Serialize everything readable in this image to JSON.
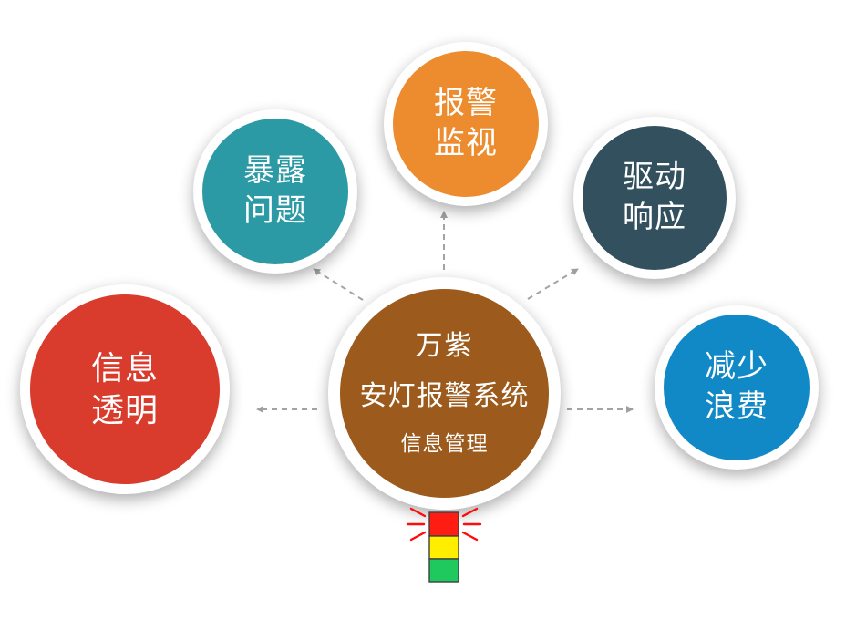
{
  "center": {
    "line1": "万紫",
    "line2": "安灯报警系统",
    "line3": "信息管理",
    "bg_color": "#9C5A1C"
  },
  "nodes": [
    {
      "id": "info-transparency",
      "line1": "信息",
      "line2": "透明",
      "bg_color": "#D93C2C"
    },
    {
      "id": "expose-problems",
      "line1": "暴露",
      "line2": "问题",
      "bg_color": "#2B9AA5"
    },
    {
      "id": "alarm-monitoring",
      "line1": "报警",
      "line2": "监视",
      "bg_color": "#ED8C2F"
    },
    {
      "id": "drive-response",
      "line1": "驱动",
      "line2": "响应",
      "bg_color": "#33505E"
    },
    {
      "id": "reduce-waste",
      "line1": "减少",
      "line2": "浪费",
      "bg_color": "#1189C6"
    }
  ],
  "andon_light": {
    "segments": [
      "#FF1D13",
      "#FFEE00",
      "#1FC95D"
    ],
    "ray_color": "#FF0B0B"
  },
  "arrow_color": "#A3A3A3"
}
